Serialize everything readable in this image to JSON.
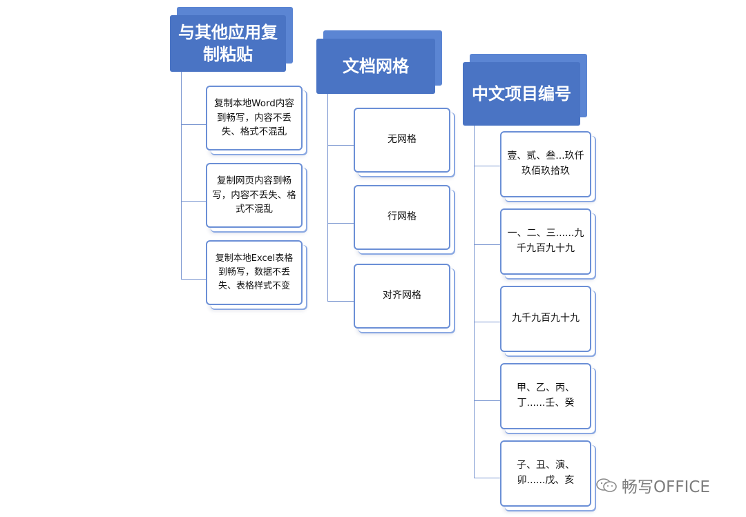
{
  "groups": [
    {
      "title": "与其他应用复制粘贴",
      "items": [
        "复制本地Word内容到畅写，内容不丢失、格式不混乱",
        "复制网页内容到畅写，内容不丢失、格式不混乱",
        "复制本地Excel表格到畅写，数据不丢失、表格样式不变"
      ]
    },
    {
      "title": "文档网格",
      "items": [
        "无网格",
        "行网格",
        "对齐网格"
      ]
    },
    {
      "title": "中文项目编号",
      "items": [
        "壹、贰、叁...玖仟玖佰玖拾玖",
        "一、二、三......九千九百九十九",
        "九千九百九十九",
        "甲、乙、丙、丁......壬、癸",
        "子、丑、演、卯......戊、亥"
      ]
    }
  ],
  "watermark": {
    "text": "畅写OFFICE",
    "icon": "wechat-icon"
  },
  "colors": {
    "header": "#4a74c4",
    "border": "#6b8fd6",
    "line": "#7a96d0"
  }
}
